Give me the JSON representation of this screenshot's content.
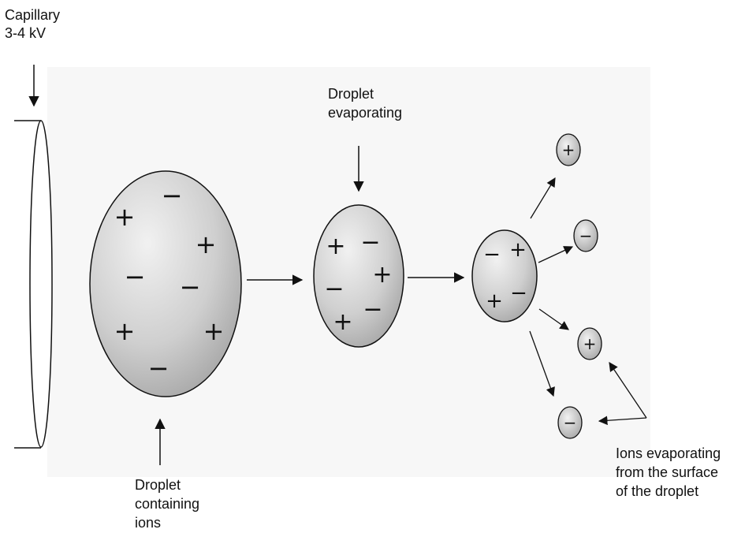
{
  "labels": {
    "capillary": [
      "Capillary",
      "3-4 kV"
    ],
    "droplet_evaporating": [
      "Droplet",
      "evaporating"
    ],
    "droplet_containing_ions": [
      "Droplet",
      "containing",
      "ions"
    ],
    "ions_evaporating": [
      "Ions evaporating",
      "from the surface",
      "of the droplet"
    ]
  },
  "droplets": {
    "large": [
      "+",
      "−",
      "+",
      "−",
      "−",
      "+",
      "+",
      "−"
    ],
    "medium": [
      "+",
      "−",
      "+",
      "−",
      "−",
      "+"
    ],
    "small": [
      "−",
      "+",
      "+",
      "−"
    ]
  },
  "emitted_ions": [
    "+",
    "−",
    "+",
    "−"
  ],
  "colors": {
    "droplet_fill_light": "#ececec",
    "droplet_fill_dark": "#a8a8a8",
    "stroke": "#111111",
    "panel_background": "#f7f7f7"
  }
}
